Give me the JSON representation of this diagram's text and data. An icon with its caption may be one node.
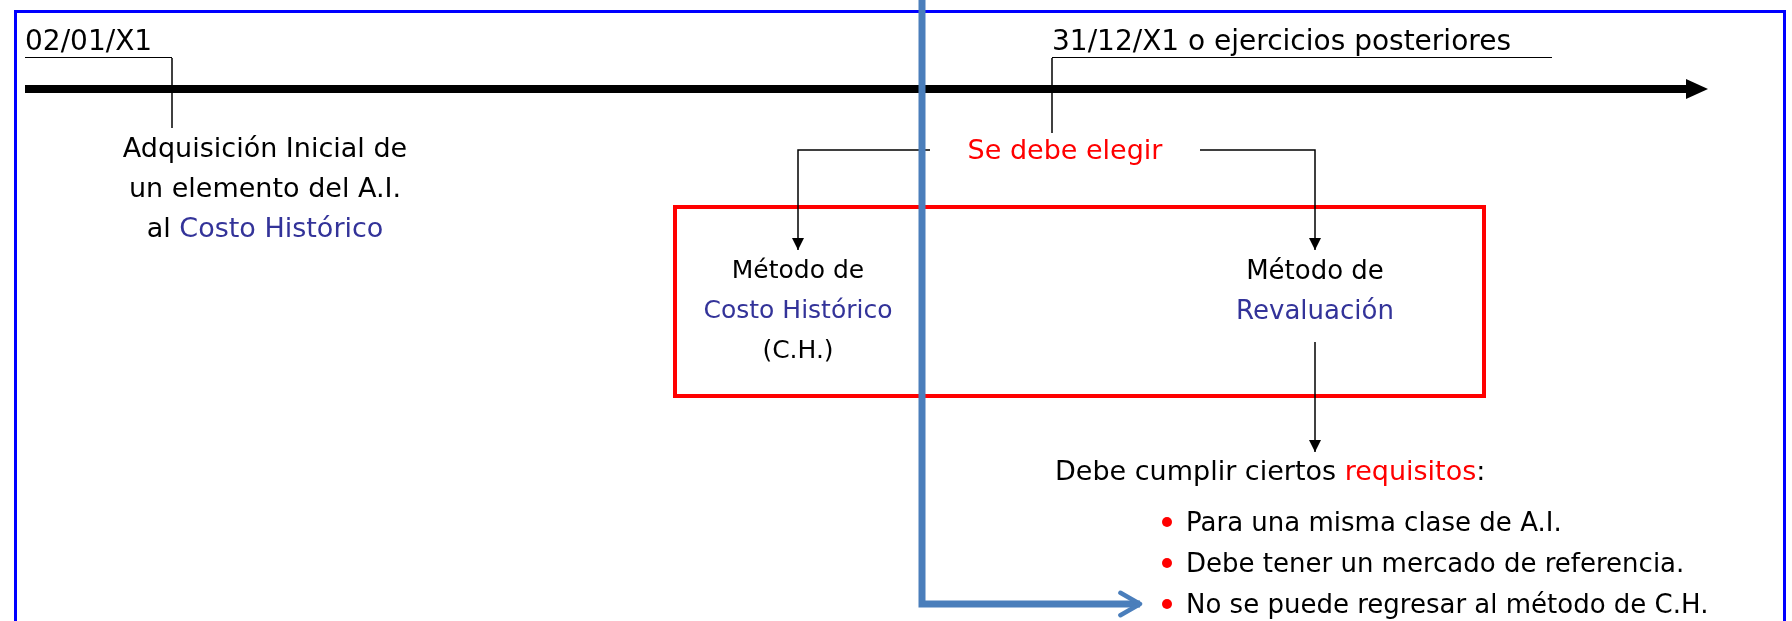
{
  "diagram": {
    "nodes": [
      {
        "text": [
          "02/01/X1"
        ]
      },
      {
        "text": [
          "Adquisición Inicial de un elemento del A.I. al **Costo Histórico**"
        ]
      },
      {
        "text": [
          "31/12/X1 o ejercicios posteriores"
        ]
      },
      {
        "text": [
          "Se debe elegir"
        ]
      },
      {
        "text": [],
        "shape": "box"
      },
      {
        "text": [
          "Método de **Costo Histórico** (C.H.)"
        ],
        "in": 4
      },
      {
        "text": [
          "Método de **Revaluación**"
        ],
        "in": 4
      },
      {
        "text": [
          "Debe cumplir ciertos **requisitos**:"
        ]
      },
      {
        "text": [
          "Para una misma clase de A.I."
        ]
      },
      {
        "text": [
          "Debe tener un mercado de referencia."
        ]
      },
      {
        "text": [
          "No se puede regresar al método de C.H."
        ]
      }
    ],
    "edges": [
      {
        "from": 0,
        "to": 1,
        "arrow": "none"
      },
      {
        "from": 2,
        "to": 3,
        "arrow": "none"
      },
      {
        "from": 3,
        "to": 5,
        "arrow": "to"
      },
      {
        "from": 3,
        "to": 6,
        "arrow": "to"
      },
      {
        "from": 6,
        "to": 7,
        "arrow": "to"
      },
      {
        "from": null,
        "to": 10,
        "arrow": "to",
        "style": "thick",
        "color": "#4a7ebb"
      }
    ]
  }
}
